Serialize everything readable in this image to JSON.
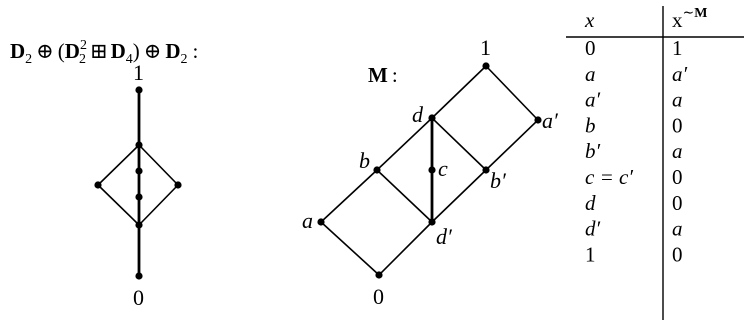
{
  "left_diagram": {
    "title": {
      "d2": "D",
      "sub2": "2",
      "oplus": "⊕",
      "open": "(",
      "d2b": "D",
      "sup2": "2",
      "sub2b": "2",
      "boxplus": "⊞",
      "d4": "D",
      "sub4": "4",
      "close": ")",
      "oplus2": "⊕",
      "d2c": "D",
      "sub2c": "2",
      "colon": ":"
    },
    "top_label": "1",
    "bottom_label": "0"
  },
  "middle_diagram": {
    "title": "M",
    "title_colon": ":",
    "labels": {
      "one": "1",
      "zero": "0",
      "a": "a",
      "a_prime": "a′",
      "b": "b",
      "b_prime": "b′",
      "c": "c",
      "d": "d",
      "d_prime": "d′"
    }
  },
  "table": {
    "header_x": "x",
    "header_fx_base": "x",
    "header_fx_sup_tilde": "∼",
    "header_fx_sup_M": "M",
    "rows": [
      {
        "x": "0",
        "fx": "1",
        "x_italic": false,
        "fx_italic": false
      },
      {
        "x": "a",
        "fx": "a′",
        "x_italic": true,
        "fx_italic": true
      },
      {
        "x": "a′",
        "fx": "a",
        "x_italic": true,
        "fx_italic": true
      },
      {
        "x": "b",
        "fx": "0",
        "x_italic": true,
        "fx_italic": false
      },
      {
        "x": "b′",
        "fx": "a",
        "x_italic": true,
        "fx_italic": true
      },
      {
        "x": "c = c′",
        "fx": "0",
        "x_italic": true,
        "fx_italic": false
      },
      {
        "x": "d",
        "fx": "0",
        "x_italic": true,
        "fx_italic": false
      },
      {
        "x": "d′",
        "fx": "a",
        "x_italic": true,
        "fx_italic": true
      },
      {
        "x": "1",
        "fx": "0",
        "x_italic": false,
        "fx_italic": false
      }
    ]
  }
}
